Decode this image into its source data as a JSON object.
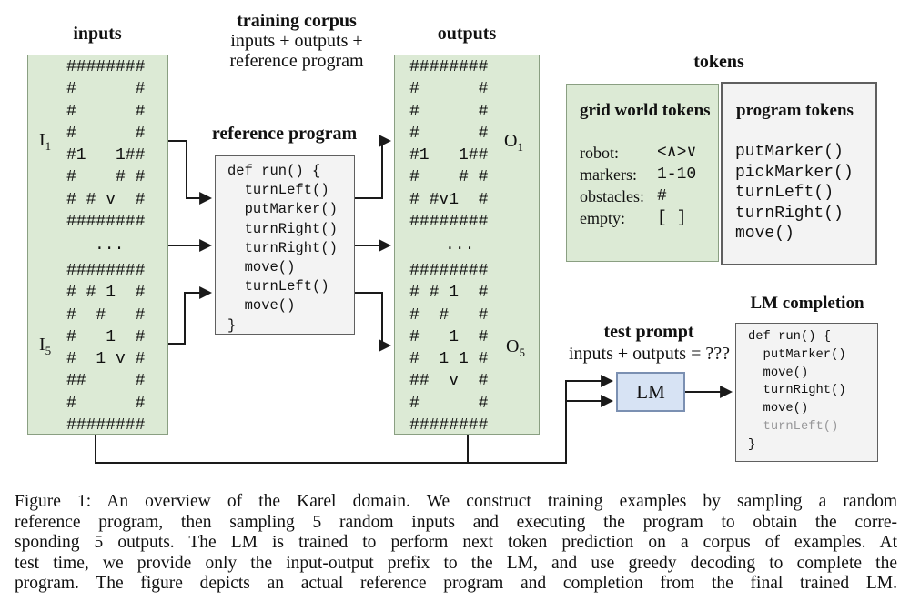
{
  "figure": {
    "headers": {
      "inputs": "inputs",
      "outputs": "outputs",
      "training_corpus_title": "training corpus",
      "training_corpus_line2": "inputs + outputs +",
      "training_corpus_line3": "reference program",
      "reference_program": "reference program",
      "tokens": "tokens",
      "test_prompt": "test prompt",
      "test_prompt_sub": "inputs + outputs = ???",
      "lm_completion": "LM completion"
    },
    "inputs_panel": {
      "grid1_label": {
        "base": "I",
        "sub": "1"
      },
      "grid1": "########\n#      #\n#      #\n#      #\n#1   1##\n#    # #\n# # v  #\n########",
      "dots": "...",
      "grid5_label": {
        "base": "I",
        "sub": "5"
      },
      "grid5": "########\n# # 1  #\n#  #   #\n#   1  #\n#  1 v #\n##     #\n#      #\n########"
    },
    "outputs_panel": {
      "grid1_label": {
        "base": "O",
        "sub": "1"
      },
      "grid1": "########\n#      #\n#      #\n#      #\n#1   1##\n#    # #\n# #v1  #\n########",
      "dots": "...",
      "grid5_label": {
        "base": "O",
        "sub": "5"
      },
      "grid5": "########\n# # 1  #\n#  #   #\n#   1  #\n#  1 1 #\n##  v  #\n#      #\n########"
    },
    "reference_program_code": "def run() {\n  turnLeft()\n  putMarker()\n  turnRight()\n  turnRight()\n  move()\n  turnLeft()\n  move()\n}",
    "tokens": {
      "grid_world": {
        "title": "grid world tokens",
        "rows": [
          {
            "label": "robot:",
            "value": "<∧>∨"
          },
          {
            "label": "markers:",
            "value": "1-10"
          },
          {
            "label": "obstacles:",
            "value": "#"
          },
          {
            "label": "empty:",
            "value": "[ ]"
          }
        ]
      },
      "program": {
        "title": "program tokens",
        "items": [
          "putMarker()",
          "pickMarker()",
          "turnLeft()",
          "turnRight()",
          "move()"
        ]
      }
    },
    "lm_box_label": "LM",
    "lm_completion_lines": [
      "def run() {",
      "  putMarker()",
      "  move()",
      "  turnRight()",
      "  move()",
      "  turnLeft()",
      "}"
    ],
    "caption_lines": [
      "Figure 1: An overview of the Karel domain. We construct training examples by sampling a random",
      "reference program, then sampling 5 random inputs and executing the program to obtain the corre-",
      "sponding 5 outputs. The LM is trained to perform next token prediction on a corpus of examples. At",
      "test time, we provide only the input-output prefix to the LM, and use greedy decoding to complete the",
      "program. The figure depicts an actual reference program and completion from the final trained LM."
    ],
    "colors": {
      "panel_green": "#dcead5",
      "box_gray": "#f3f3f3",
      "lm_blue": "#d7e3f4",
      "line_black": "#1a1a1a"
    }
  }
}
